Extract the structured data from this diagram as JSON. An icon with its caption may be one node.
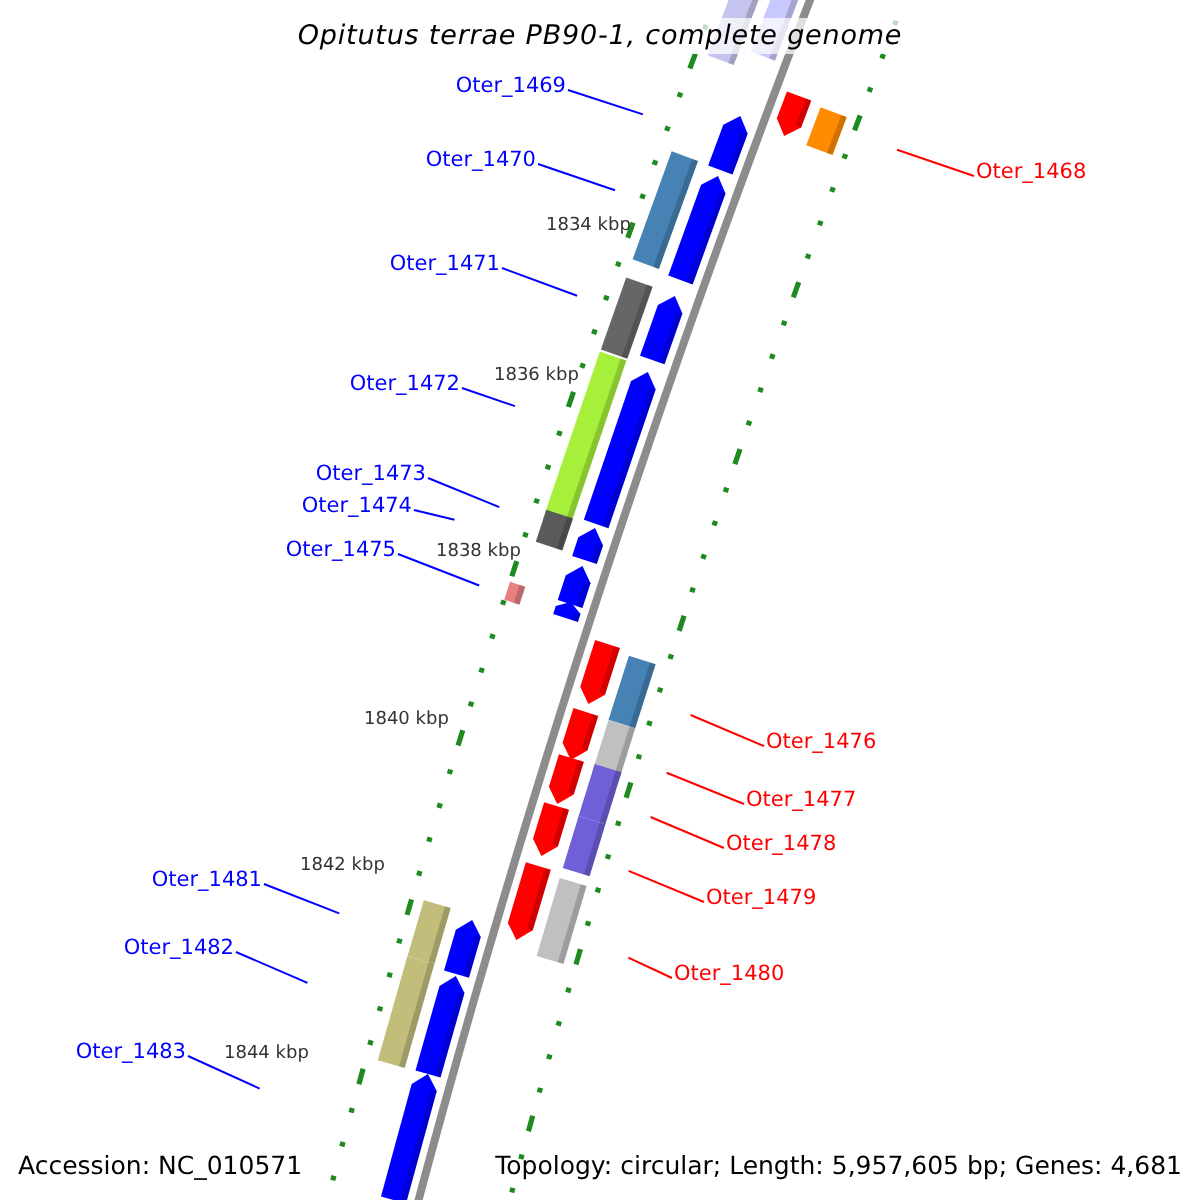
{
  "diagram": {
    "title": "Opitutus terrae PB90-1, complete genome",
    "nodes": [
      {
        "text": [
          "Oter_1469"
        ]
      },
      {
        "text": [
          "Oter_1468"
        ]
      },
      {
        "text": [
          "Oter_1470"
        ]
      },
      {
        "text": [
          "Oter_1471"
        ]
      },
      {
        "text": [
          "Oter_1472"
        ]
      },
      {
        "text": [
          "Oter_1473"
        ]
      },
      {
        "text": [
          "Oter_1474"
        ]
      },
      {
        "text": [
          "Oter_1475"
        ]
      },
      {
        "text": [
          "Oter_1476"
        ]
      },
      {
        "text": [
          "Oter_1477"
        ]
      },
      {
        "text": [
          "Oter_1478"
        ]
      },
      {
        "text": [
          "Oter_1479"
        ]
      },
      {
        "text": [
          "Oter_1481"
        ]
      },
      {
        "text": [
          "Oter_1480"
        ]
      },
      {
        "text": [
          "Oter_1482"
        ]
      },
      {
        "text": [
          "Oter_1483"
        ]
      }
    ],
    "edges": [
      {
        "from": 0,
        "to": null,
        "arrow": "none"
      },
      {
        "from": 1,
        "to": null,
        "arrow": "none",
        "color": "#ff0000"
      },
      {
        "from": 2,
        "to": null,
        "arrow": "none"
      },
      {
        "from": 3,
        "to": null,
        "arrow": "none"
      },
      {
        "from": 4,
        "to": null,
        "arrow": "none"
      },
      {
        "from": 5,
        "to": null,
        "arrow": "none"
      },
      {
        "from": 6,
        "to": null,
        "arrow": "none"
      },
      {
        "from": 7,
        "to": null,
        "arrow": "none"
      },
      {
        "from": 8,
        "to": null,
        "arrow": "none",
        "color": "#ff0000"
      },
      {
        "from": 9,
        "to": null,
        "arrow": "none",
        "color": "#ff0000"
      },
      {
        "from": 10,
        "to": null,
        "arrow": "none",
        "color": "#ff0000"
      },
      {
        "from": 11,
        "to": null,
        "arrow": "none",
        "color": "#ff0000"
      },
      {
        "from": 12,
        "to": null,
        "arrow": "none"
      },
      {
        "from": 13,
        "to": null,
        "arrow": "none",
        "color": "#ff0000"
      },
      {
        "from": 14,
        "to": null,
        "arrow": "none"
      },
      {
        "from": 15,
        "to": null,
        "arrow": "none"
      }
    ],
    "labels": [
      "1834 kbp",
      "1836 kbp",
      "1838 kbp",
      "1840 kbp",
      "1842 kbp",
      "1844 kbp",
      "Accession: NC_010571",
      "Topology: circular; Length: 5,957,605 bp; Genes: 4,681"
    ]
  }
}
